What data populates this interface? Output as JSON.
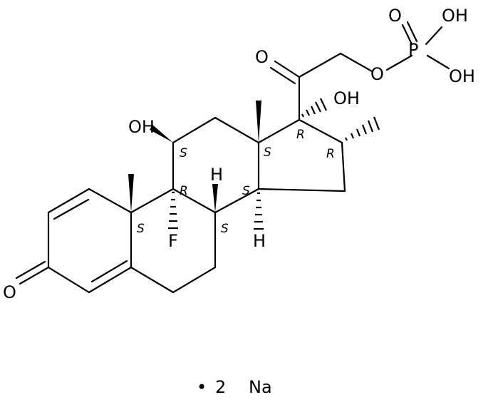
{
  "atoms": {
    "o_phos_double": "O",
    "p_atom": "P",
    "oh_phos_top": "OH",
    "oh_phos_right": "OH",
    "o_ester": "O",
    "o_ketone_c20": "O",
    "oh_c17": "OH",
    "oh_c11": "OH",
    "h_c8": "H",
    "h_c14": "H",
    "f_c9": "F",
    "o_ketone_c3": "O"
  },
  "stereo_labels": {
    "c11": "S",
    "c13": "S",
    "c17": "R",
    "c16": "R",
    "c9_r": "R",
    "c14": "S",
    "c10": "S",
    "c8": "S"
  },
  "salt": {
    "bullet": "•",
    "count": "2",
    "counterion": "Na"
  }
}
